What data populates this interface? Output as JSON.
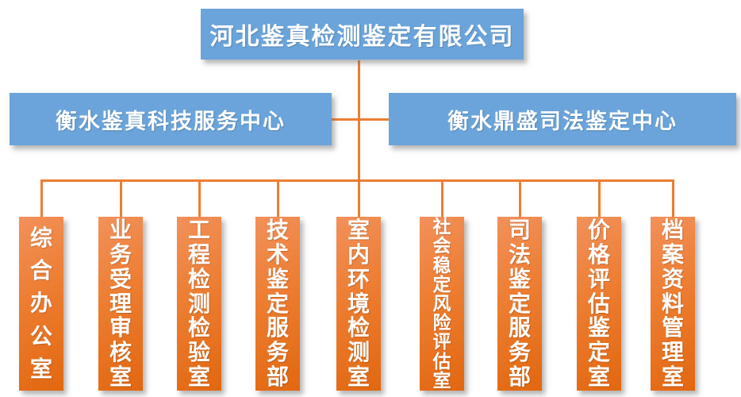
{
  "root": {
    "label": "河北鉴真检测鉴定有限公司"
  },
  "centers": [
    {
      "label": "衡水鉴真科技服务中心"
    },
    {
      "label": "衡水鼎盛司法鉴定中心"
    }
  ],
  "departments": [
    {
      "label": "综合办公室"
    },
    {
      "label": "业务受理审核室"
    },
    {
      "label": "工程检测检验室"
    },
    {
      "label": "技术鉴定服务部"
    },
    {
      "label": "室内环境检测室"
    },
    {
      "label": "社会稳定风险评估室"
    },
    {
      "label": "司法鉴定服务部"
    },
    {
      "label": "价格评估鉴定室"
    },
    {
      "label": "档案资料管理室"
    }
  ],
  "colors": {
    "node_blue": "#6AA4DB",
    "node_orange_light": "#F2915B",
    "node_orange_mid": "#ED7D31",
    "node_orange_dark": "#E2670F",
    "connector_orange": "#ED7D31",
    "text_white": "#FFFFFF"
  }
}
